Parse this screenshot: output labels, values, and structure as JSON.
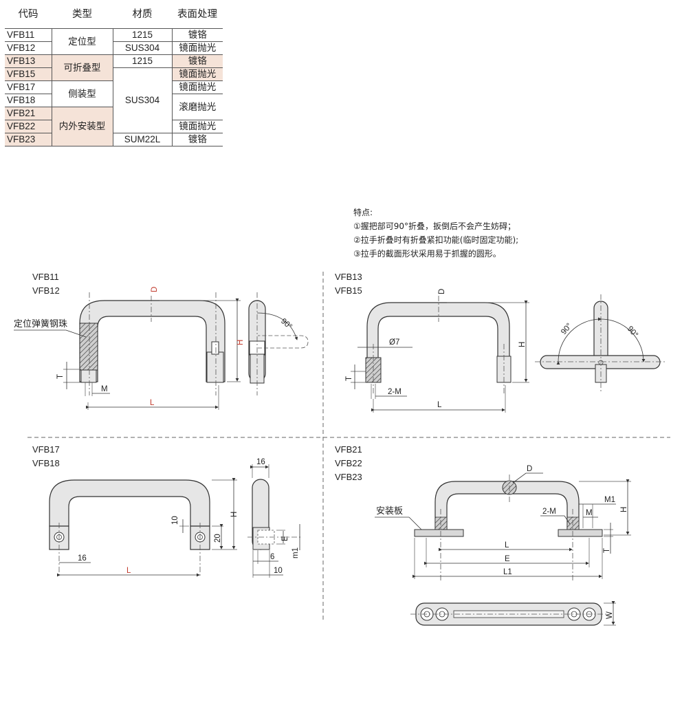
{
  "table": {
    "headers": [
      "代码",
      "类型",
      "材质",
      "表面处理"
    ],
    "codes": [
      "VFB11",
      "VFB12",
      "VFB13",
      "VFB15",
      "VFB17",
      "VFB18",
      "VFB21",
      "VFB22",
      "VFB23"
    ],
    "types": [
      "定位型",
      "可折叠型",
      "侧装型",
      "内外安装型"
    ],
    "materials": [
      "1215",
      "SUS304",
      "1215",
      "SUS304",
      "SUM22L"
    ],
    "finishes": [
      "镀铬",
      "镜面抛光",
      "镀铬",
      "镜面抛光",
      "镜面抛光",
      "滚磨抛光",
      "镜面抛光",
      "镀铬"
    ],
    "highlight_color": "#f5e3d8"
  },
  "features": {
    "title": "特点:",
    "items": [
      "①握把部可90°折叠，扳倒后不会产生妨碍；",
      "②拉手折叠时有折叠紧扣功能(临时固定功能);",
      "③拉手的截面形状采用易于抓握的圆形。"
    ]
  },
  "drawings": {
    "vfb11": {
      "codes": [
        "VFB11",
        "VFB12"
      ],
      "callout": "定位弹簧钢珠",
      "dims": {
        "d": "D",
        "h": "H",
        "t": "T",
        "m": "M",
        "l": "L",
        "angle": "90°"
      }
    },
    "vfb13": {
      "codes": [
        "VFB13",
        "VFB15"
      ],
      "dims": {
        "d": "D",
        "h": "H",
        "t": "T",
        "phi": "Ø7",
        "m2": "2-M",
        "l": "L",
        "angle1": "90°",
        "angle2": "90°"
      }
    },
    "vfb17": {
      "codes": [
        "VFB17",
        "VFB18"
      ],
      "dims": {
        "w16": "16",
        "h": "H",
        "n10": "10",
        "n20": "20",
        "n16": "16",
        "l": "L",
        "e": "E",
        "m1": "m1",
        "n6": "6",
        "n10b": "10"
      }
    },
    "vfb21": {
      "codes": [
        "VFB21",
        "VFB22",
        "VFB23"
      ],
      "callout": "安装板",
      "dims": {
        "d": "D",
        "m1": "M1",
        "m": "M",
        "m2": "2-M",
        "h": "H",
        "l": "L",
        "e": "E",
        "l1": "L1",
        "t": "T",
        "w": "W"
      }
    }
  },
  "colors": {
    "accent_red": "#c0392b",
    "part_fill": "#e6e6e6",
    "line": "#333333"
  }
}
